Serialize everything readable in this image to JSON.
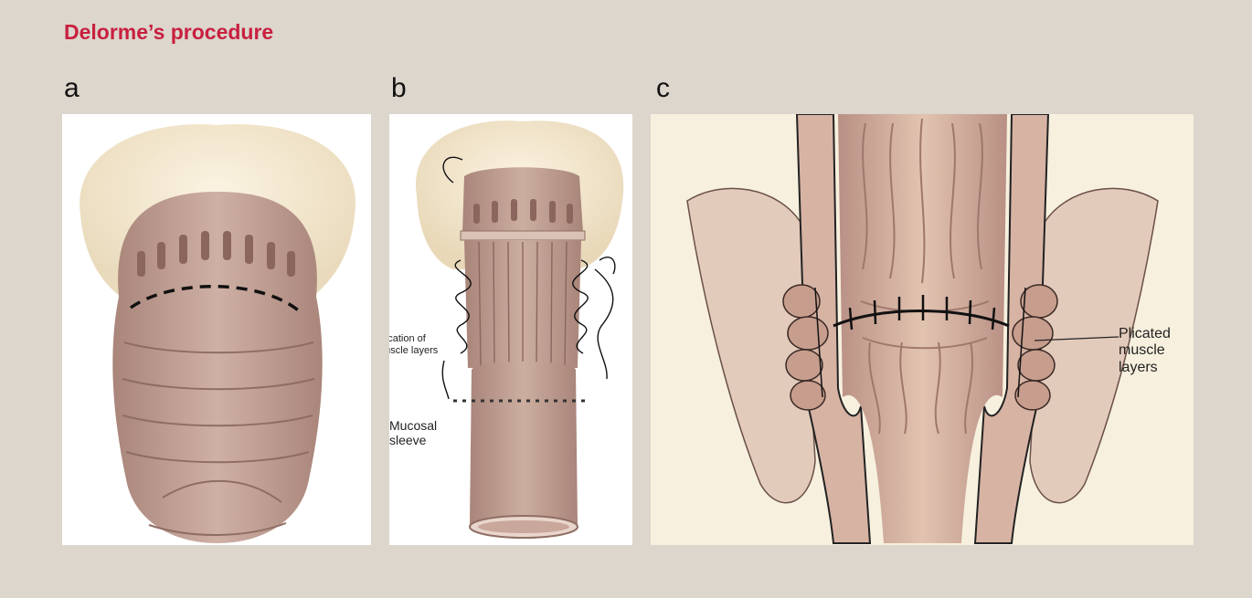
{
  "figure": {
    "title": "Delorme’s procedure",
    "title_color": "#c8203f",
    "background": "#dcd6cd"
  },
  "panels": [
    {
      "letter": "a",
      "labels": []
    },
    {
      "letter": "b",
      "labels": [
        "Plication of muscle layers",
        "Mucosal sleeve"
      ]
    },
    {
      "letter": "c",
      "labels": [
        "Plicated muscle layers"
      ]
    }
  ],
  "colors": {
    "tissue": "#c9a79a",
    "tissue_dark": "#a98376",
    "perianal_skin": "#f1e6cf",
    "suture": "#111111"
  }
}
